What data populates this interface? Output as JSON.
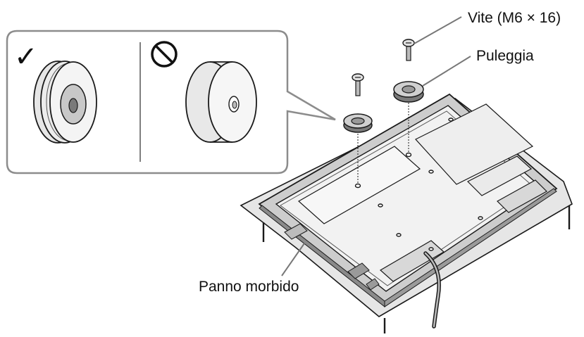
{
  "labels": {
    "screw": "Vite (M6 × 16)",
    "pulley": "Puleggia",
    "cloth": "Panno morbido"
  },
  "inset": {
    "correct_mark": "✓",
    "wrong_mark": "prohibited-icon"
  },
  "colors": {
    "line": "#1a1a1a",
    "inset_border": "#8c8c8c",
    "fill_light": "#eeeeee",
    "fill_mid": "#c8c8c8",
    "fill_dark": "#7a7a7a"
  }
}
